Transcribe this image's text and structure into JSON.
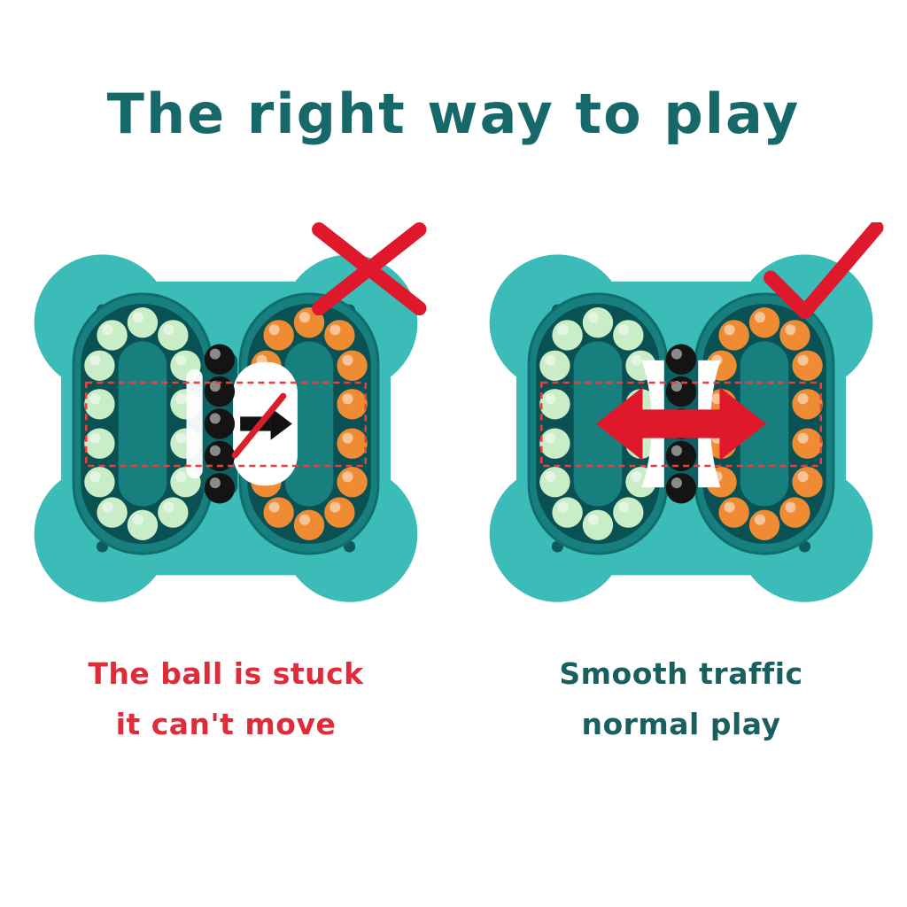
{
  "page": {
    "title": "The right way to play",
    "title_color": "#176868",
    "background": "#ffffff"
  },
  "panels": {
    "left": {
      "verdict": "wrong",
      "mark_icon": "x-mark-icon",
      "arrow_icon": "blocked-arrow-icon",
      "caption_line1": "The ball is stuck",
      "caption_line2": "it can't move",
      "caption_color": "#e02b3a"
    },
    "right": {
      "verdict": "correct",
      "mark_icon": "check-mark-icon",
      "arrow_icon": "double-headed-arrow-icon",
      "caption_line1": "Smooth traffic",
      "caption_line2": "normal play",
      "caption_color": "#1a5f5f"
    }
  },
  "toy_colors": {
    "body": "#3cbcb8",
    "recess": "#17807e",
    "track": "#0a5153",
    "beads_left_ring": "#c9edc6",
    "beads_right_ring": "#ef8b33",
    "beads_center": "#141414",
    "mechanism_white": "#ffffff",
    "annotation_red": "#e0182c",
    "dashed_box_red": "#e84040"
  }
}
